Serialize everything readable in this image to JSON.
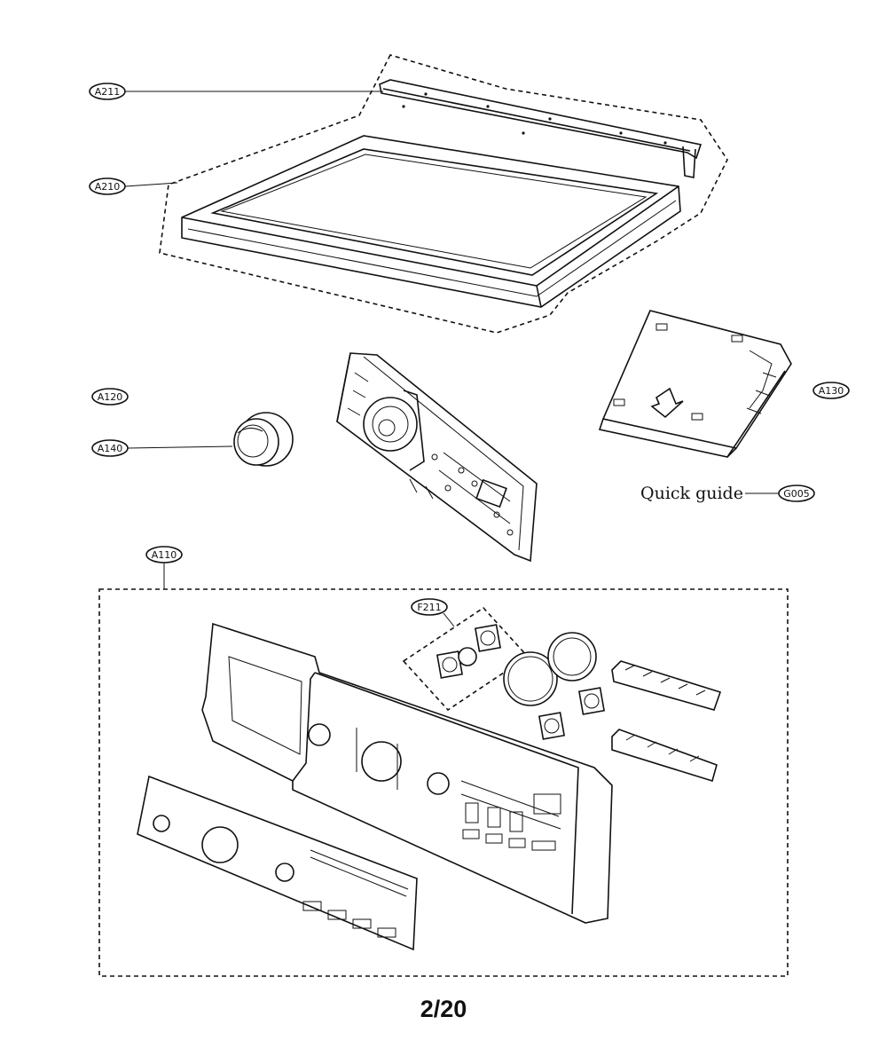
{
  "callouts": {
    "a211": "A211",
    "a210": "A210",
    "a120": "A120",
    "a140": "A140",
    "a130": "A130",
    "g005": "G005",
    "a110": "A110",
    "f211": "F211"
  },
  "quick_guide_label": "Quick guide",
  "page_number": "2/20"
}
